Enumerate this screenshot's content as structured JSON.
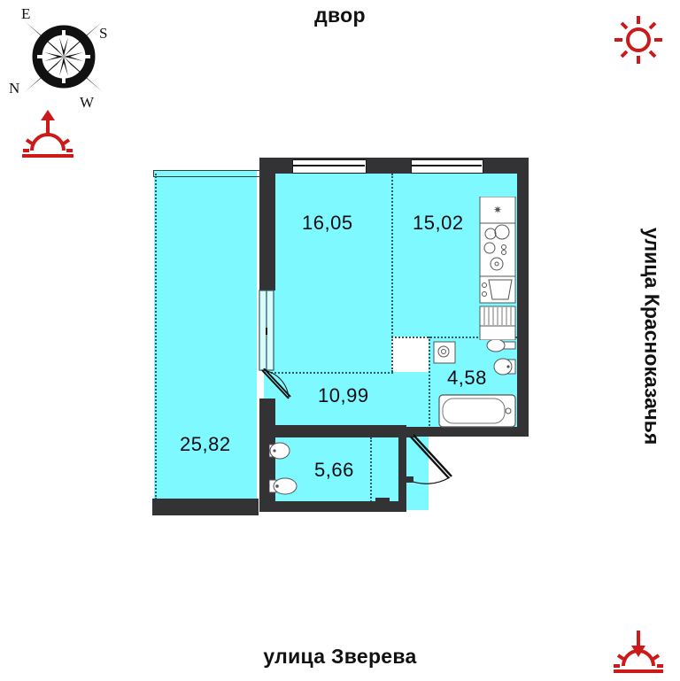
{
  "page": {
    "title": "План квартиры",
    "type": "floor-plan"
  },
  "orientation": {
    "top_label": "двор",
    "bottom_label": "улица Зверева",
    "right_label": "улица Красноказачья",
    "compass": {
      "name": "compass-rose",
      "east": "E",
      "south": "S",
      "north": "N",
      "west": "W"
    },
    "sun_icons": [
      {
        "name": "sunrise-icon",
        "position": "top-left",
        "color": "#cc1a1a"
      },
      {
        "name": "sun-icon",
        "position": "top-right",
        "color": "#cc1a1a"
      },
      {
        "name": "sunset-icon",
        "position": "bottom-right",
        "color": "#cc1a1a"
      }
    ]
  },
  "colors": {
    "room_fill": "#7df9ff",
    "wall": "#333335",
    "accent_red": "#cc1a1a",
    "dotted": "#2b5b60",
    "text": "#0b0b10"
  },
  "rooms": [
    {
      "id": "terrace",
      "area": "25,82",
      "name": "room-terrace"
    },
    {
      "id": "room1",
      "area": "16,05",
      "name": "room-living"
    },
    {
      "id": "kitchen",
      "area": "15,02",
      "name": "room-kitchen"
    },
    {
      "id": "hall",
      "area": "10,99",
      "name": "room-hall"
    },
    {
      "id": "bath1",
      "area": "4,58",
      "name": "room-bathroom-main"
    },
    {
      "id": "bath2",
      "area": "5,66",
      "name": "room-bathroom-second"
    }
  ],
  "fixtures": [
    {
      "name": "refrigerator-icon",
      "room": "kitchen"
    },
    {
      "name": "cooktop-icon",
      "room": "kitchen"
    },
    {
      "name": "kitchen-sink-icon",
      "room": "kitchen"
    },
    {
      "name": "radiator-icon",
      "room": "kitchen"
    },
    {
      "name": "counter-icon",
      "room": "kitchen"
    },
    {
      "name": "washing-machine-icon",
      "room": "bath1"
    },
    {
      "name": "toilet-icon",
      "room": "bath1"
    },
    {
      "name": "washbasin-icon",
      "room": "bath1"
    },
    {
      "name": "bathtub-icon",
      "room": "bath1"
    },
    {
      "name": "washbasin-icon",
      "room": "bath2"
    },
    {
      "name": "toilet-icon",
      "room": "bath2"
    }
  ],
  "openings": [
    {
      "name": "window-top-left",
      "type": "window"
    },
    {
      "name": "window-top-right",
      "type": "window"
    },
    {
      "name": "sliding-door-terrace",
      "type": "sliding-door"
    },
    {
      "name": "door-hall-to-living",
      "type": "swing-door"
    },
    {
      "name": "entrance-door",
      "type": "swing-door"
    }
  ]
}
